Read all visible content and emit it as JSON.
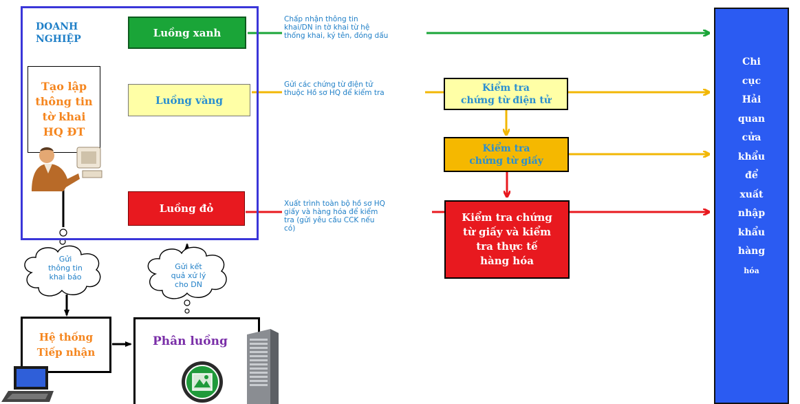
{
  "enterprise": {
    "title_line1": "DOANH",
    "title_line2": "NGHIỆP",
    "declaration_box": [
      "Tạo lập",
      "thông tin",
      "tờ khai",
      "HQ ĐT"
    ]
  },
  "lanes": {
    "green": {
      "label": "Luồng xanh",
      "note": [
        "Chấp nhận thông tin",
        "khai/DN in tờ khai từ hệ",
        "thống khai, ký tên, đóng dấu"
      ],
      "color": "#1aa538"
    },
    "yellow": {
      "label": "Luồng vàng",
      "note": [
        "Gửi các chứng từ điện tử",
        "thuộc Hồ sơ HQ để kiểm tra"
      ],
      "color": "#f2b705"
    },
    "red": {
      "label": "Luồng đỏ",
      "note": [
        "Xuất trình toàn bộ hồ sơ HQ",
        "giấy và hàng hóa để kiểm",
        "tra (gửi yêu cầu CCK nếu",
        "có)"
      ],
      "color": "#e8191f"
    }
  },
  "checks": {
    "electronic": [
      "Kiểm tra",
      "chứng từ điện tử"
    ],
    "paper": [
      "Kiểm tra",
      "chứng từ giấy"
    ],
    "physical": [
      "Kiểm tra chứng",
      "từ giấy và kiểm",
      "tra thực tế",
      "hàng hóa"
    ]
  },
  "clouds": {
    "send_info": [
      "Gửi",
      "thông tin",
      "khai báo"
    ],
    "send_result": [
      "Gửi kết",
      "quả xử lý",
      "cho DN"
    ]
  },
  "systems": {
    "receiving": [
      "Hệ thống",
      "Tiếp nhận"
    ],
    "routing": "Phân luồng"
  },
  "customs_office": [
    "Chi",
    "cục",
    "Hải",
    "quan",
    "cửa",
    "khẩu",
    "để",
    "xuất",
    "nhập",
    "khẩu",
    "hàng",
    "hóa"
  ],
  "icons": [
    "person-at-computer-icon",
    "laptop-icon",
    "customs-seal-icon",
    "server-tower-icon"
  ]
}
